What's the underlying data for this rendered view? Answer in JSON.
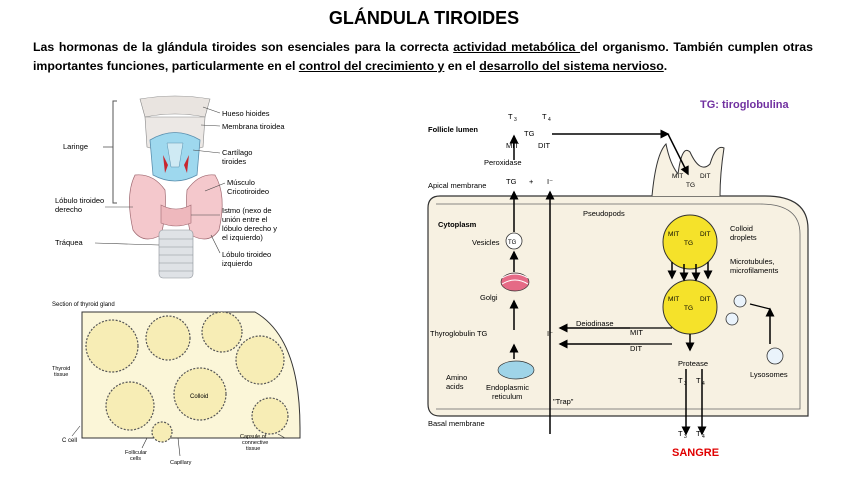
{
  "title": "GLÁNDULA TIROIDES",
  "intro": {
    "p1": "Las hormonas de la glándula tiroides son esenciales para la correcta ",
    "u1": "actividad metabólica ",
    "p2": "del organismo. También cumplen otras importantes funciones, particularmente en el ",
    "u2": "control del crecimiento y",
    "p3": " en el ",
    "u3": "desarrollo del sistema nervioso",
    "p4": "."
  },
  "anatomy": {
    "laringe": "Laringe",
    "lobulo_der_1": "Lóbulo tiroideo",
    "lobulo_der_2": "derecho",
    "traquea": "Tráquea",
    "hueso": "Hueso hioides",
    "membrana": "Membrana tiroidea",
    "cartilago_1": "Cartílago",
    "cartilago_2": "tiroides",
    "musculo_1": "Músculo",
    "musculo_2": "Cricotiroideo",
    "istmo_1": "Istmo (nexo de",
    "istmo_2": "unión entre el",
    "istmo_3": "lóbulo derecho y",
    "istmo_4": "el izquierdo)",
    "lobulo_izq_1": "Lóbulo tiroideo",
    "lobulo_izq_2": "izquierdo"
  },
  "histology": {
    "caption": "Section of thyroid gland",
    "thyroid_tissue_1": "Thyroid",
    "thyroid_tissue_2": "tissue",
    "colloid": "Colloid",
    "ccell": "C cell",
    "follicular_1": "Follicular",
    "follicular_2": "cells",
    "capillary": "Capillary",
    "capsule_1": "Capsule of",
    "capsule_2": "connective",
    "capsule_3": "tissue"
  },
  "diagram": {
    "tg_note": "TG: tiroglobulina",
    "follicle_lumen": "Follicle lumen",
    "t3": "T",
    "t3_sub": "3",
    "t4": "T",
    "t4_sub": "4",
    "tg": "TG",
    "mit": "MIT",
    "dit": "DIT",
    "peroxidase": "Peroxidase",
    "apical": "Apical membrane",
    "tg_plus": "TG",
    "plus": "+",
    "iodide": "I⁻",
    "cytoplasm": "Cytoplasm",
    "vesicles": "Vesicles",
    "golgi": "Golgi",
    "thyroglobulin_tg": "Thyroglobulin TG",
    "amino_1": "Amino",
    "amino_2": "acids",
    "er_1": "Endoplasmic",
    "er_2": "reticulum",
    "trap": "\"Trap\"",
    "basal": "Basal membrane",
    "pseudopods": "Pseudopods",
    "deiodinase": "Deiodinase",
    "colloid_1": "Colloid",
    "colloid_2": "droplets",
    "micro_1": "Microtubules,",
    "micro_2": "microfilaments",
    "protease": "Protease",
    "lysosomes": "Lysosomes",
    "sangre": "SANGRE"
  }
}
